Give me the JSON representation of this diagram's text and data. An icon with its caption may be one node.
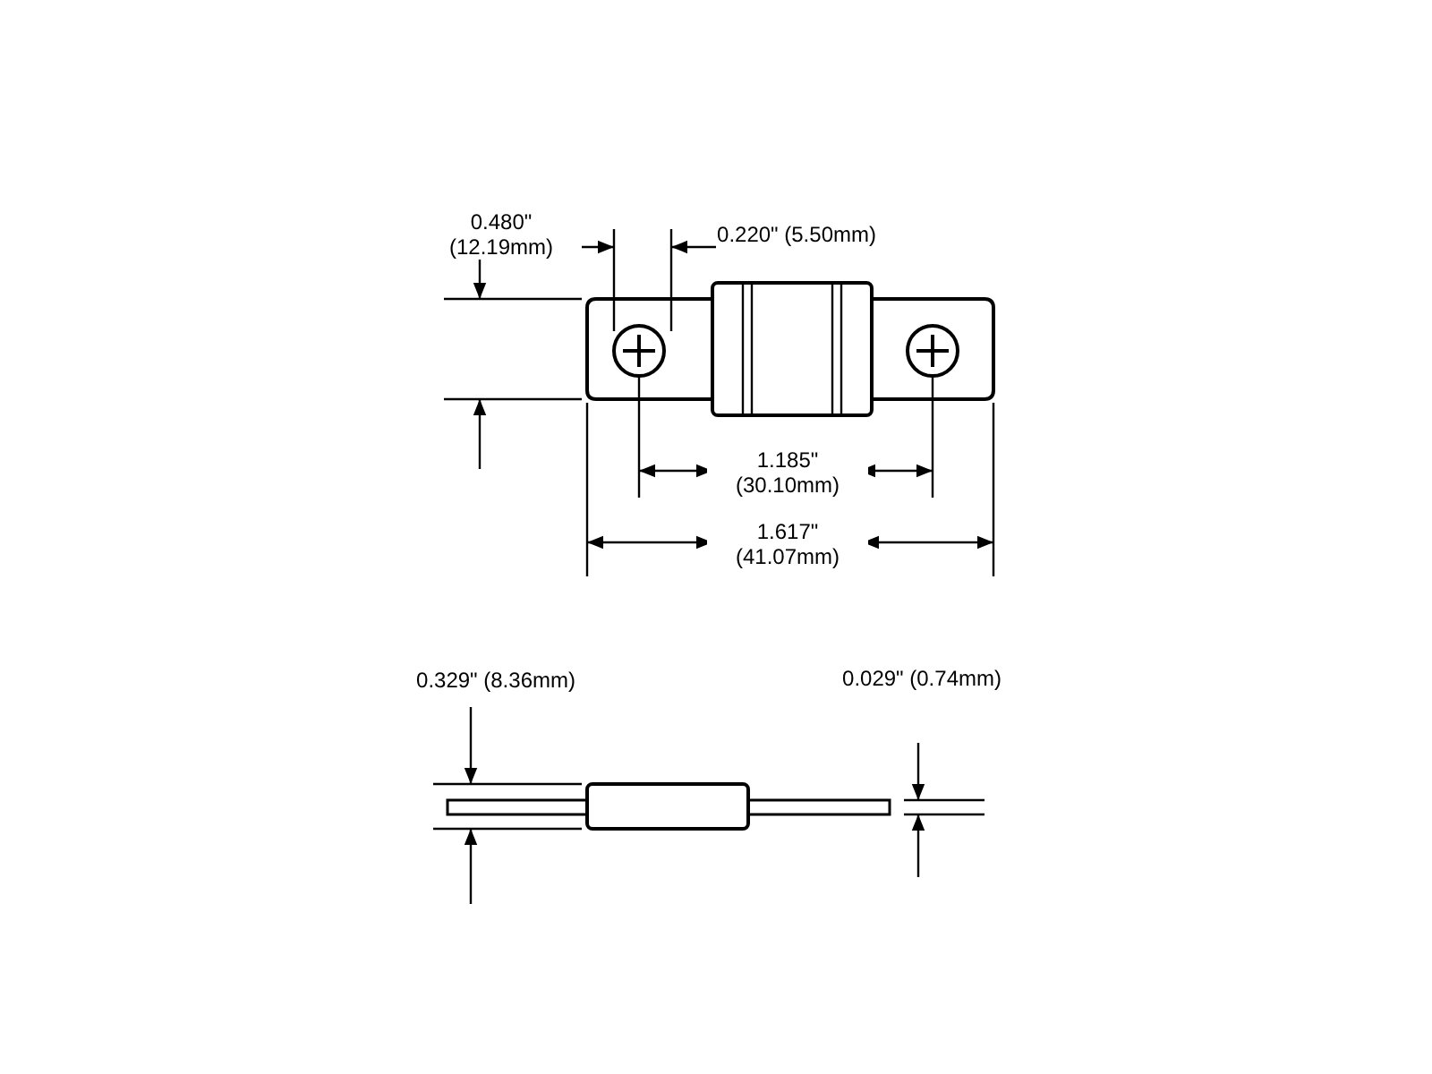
{
  "diagram": {
    "labels": [
      "0.480\" (12.19mm)",
      "0.220\" (5.50mm)",
      "1.185\" (30.10mm)",
      "1.617\" (41.07mm)",
      "0.329\" (8.36mm)",
      "0.029\" (0.74mm)"
    ]
  }
}
